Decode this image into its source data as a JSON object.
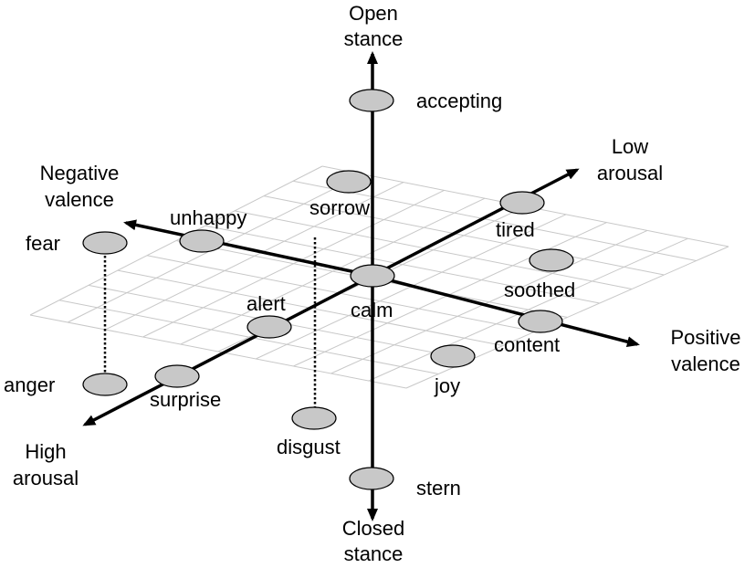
{
  "axes": {
    "vertical_top": [
      "Open",
      "stance"
    ],
    "vertical_bottom": [
      "Closed",
      "stance"
    ],
    "valence_negative": [
      "Negative",
      "valence"
    ],
    "valence_positive": [
      "Positive",
      "valence"
    ],
    "arousal_low": [
      "Low",
      "arousal"
    ],
    "arousal_high": [
      "High",
      "arousal"
    ]
  },
  "emotions": {
    "accepting": "accepting",
    "sorrow": "sorrow",
    "tired": "tired",
    "unhappy": "unhappy",
    "fear": "fear",
    "soothed": "soothed",
    "calm": "calm",
    "alert": "alert",
    "content": "content",
    "joy": "joy",
    "anger": "anger",
    "surprise": "surprise",
    "disgust": "disgust",
    "stern": "stern"
  },
  "colors": {
    "node_fill": "#c8c8c8",
    "grid": "#c8c8c8",
    "axis": "#000000"
  }
}
